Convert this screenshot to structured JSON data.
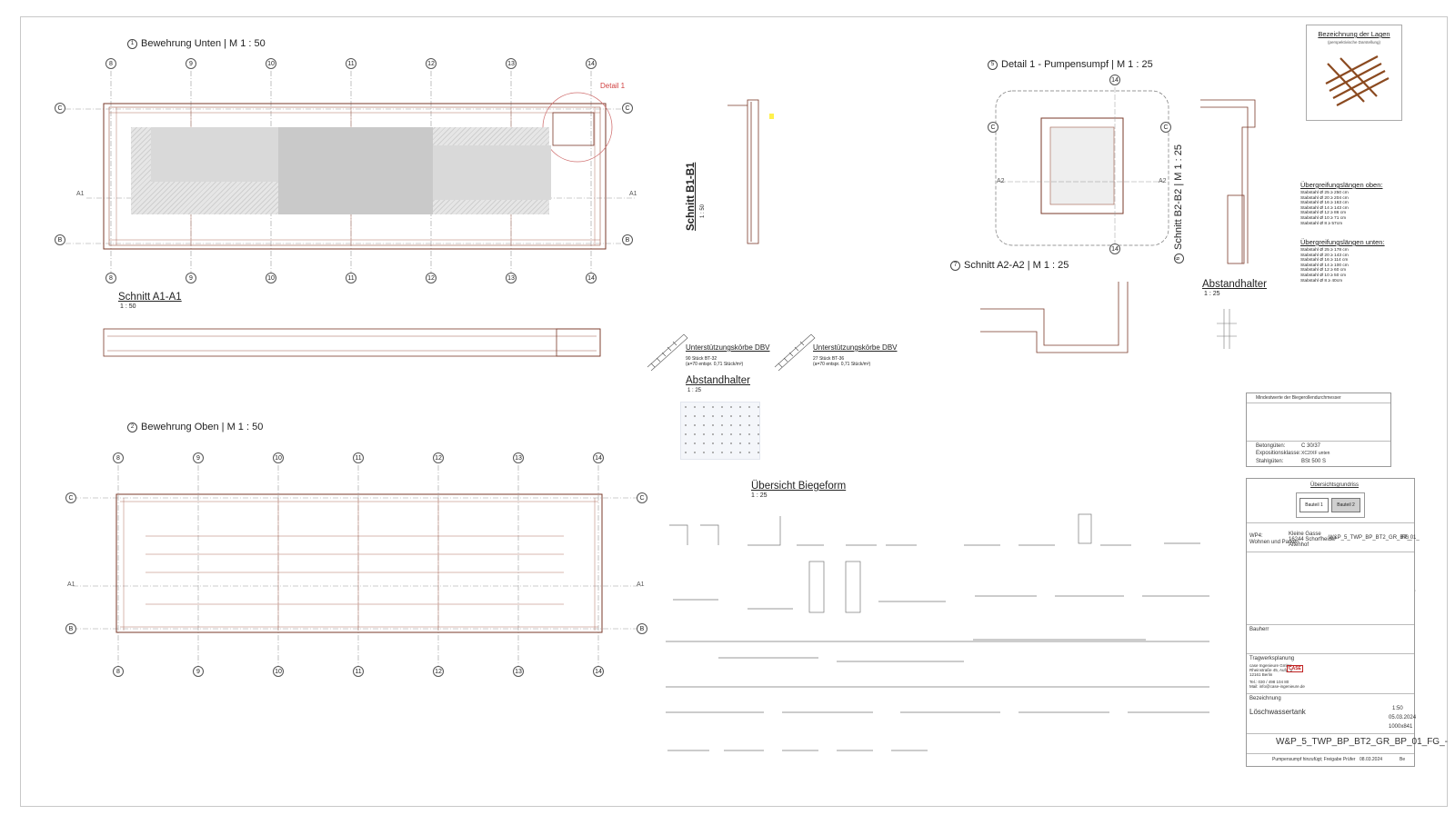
{
  "views": {
    "bewehrung_unten": {
      "num": "1",
      "title": "Bewehrung Unten | M  1 : 50"
    },
    "schnitt_a1": {
      "title": "Schnitt A1-A1",
      "scale": "1 : 50"
    },
    "bewehrung_oben": {
      "num": "2",
      "title": "Bewehrung Oben | M  1 : 50"
    },
    "schnitt_b1": {
      "title": "Schnitt B1-B1",
      "scale": "1 : 50"
    },
    "detail_1": {
      "num": "5",
      "title": "Detail 1 - Pumpensumpf | M  1 : 25",
      "marker": "Detail 1"
    },
    "schnitt_a2": {
      "num": "7",
      "title": "Schnitt A2-A2 | M  1 : 25"
    },
    "schnitt_b2": {
      "num": "6",
      "title": "Schnitt B2-B2 | M  1 : 25"
    },
    "abstandhalter_1": {
      "title": "Abstandhalter",
      "scale": "1 : 25"
    },
    "abstandhalter_2": {
      "title": "Abstandhalter",
      "scale": "1 : 25"
    },
    "unterstuetzung_1": {
      "title": "Unterstützungskörbe DBV",
      "line1": "90 Stück BT-32",
      "line2": "(a=70 entspr. 0,71 Stück/m²)"
    },
    "unterstuetzung_2": {
      "title": "Unterstützungskörbe DBV",
      "line1": "27 Stück BT-36",
      "line2": "(a=70 entspr. 0,71 Stück/m²)"
    },
    "biegeform": {
      "title": "Übersicht Biegeform",
      "scale": "1 : 25"
    }
  },
  "grid_axes": {
    "numbers": [
      "8",
      "9",
      "10",
      "11",
      "12",
      "13",
      "14"
    ],
    "letters": [
      "C",
      "B"
    ],
    "a1": "A1",
    "a2": "A2"
  },
  "legend_lagen": {
    "title": "Bezeichnung der Lagen",
    "subtitle": "(perspektivische Darstellung)"
  },
  "uebergreifung_oben": {
    "title": "Übergreifungslängen oben:",
    "rows": [
      "Stabstahl Ø 25 ≥ 250 cm",
      "Stabstahl Ø 20 ≥ 204 cm",
      "Stabstahl Ø 16 ≥ 163 cm",
      "Stabstahl Ø 14 ≥ 143 cm",
      "Stabstahl Ø 12 ≥  86 cm",
      "Stabstahl Ø 10 ≥  71 cm",
      "Stabstahl Ø  8 ≥  57cm"
    ]
  },
  "uebergreifung_unten": {
    "title": "Übergreifungslängen unten:",
    "rows": [
      "Stabstahl Ø 25 ≥ 178 cm",
      "Stabstahl Ø 20 ≥ 143 cm",
      "Stabstahl Ø 16 ≥ 114 cm",
      "Stabstahl Ø 14 ≥ 100 cm",
      "Stabstahl Ø 12 ≥  60 cm",
      "Stabstahl Ø 10 ≥  50 cm",
      "Stabstahl Ø  8 ≥  40cm"
    ]
  },
  "material": {
    "header": "Mindestwerte der Biegerollendurchmesser",
    "betongueten_label": "Betongüten:",
    "betongueten_value": "C 30/37",
    "expo_label": "Expositionsklasse:",
    "expo_value": "XC2/XF unten",
    "stahl_label": "Stahlgüten:",
    "stahl_value": "BSt 500 S"
  },
  "uebersicht": {
    "title": "Übersichtsgrundriss",
    "bauteil1": "Bauteil 1",
    "bauteil2": "Bauteil 2"
  },
  "titleblock": {
    "project_label": "WP4:",
    "project": "Wohnen und Parken",
    "address1": "Kleine Gasse",
    "address2": "16244 Schorfheide/",
    "address3": "Altenhof",
    "plannr_short": "W&P_5_TWP_BP_BT2_GR_BP_01_",
    "plannr_suffix": "FG_",
    "bauherr": "Bauherr",
    "tragwerk": "Tragwerksplanung",
    "firm1": "case Ingenieure GmbH",
    "firm2": "Rheinstraße 45, Aufg. 2",
    "firm3": "12161 Berlin",
    "firm4": "Tel.: 030 / 498 104 80",
    "firm5": "Mail: info@case-ingenieure.de",
    "logo": "CASE",
    "bezeichnung_label": "Bezeichnung",
    "bezeichnung": "Löschwassertank",
    "massstab": "1:50",
    "datum": "05.03.2024",
    "planformat": "1000x841",
    "plan_no": "W&P_5_TWP_BP_BT2_GR_BP_01_FG_-",
    "index_note": "Pumpensumpf hinzufügt; Freigabe Prüfer",
    "index_date": "08.03.2024",
    "index_initial": "Be"
  }
}
